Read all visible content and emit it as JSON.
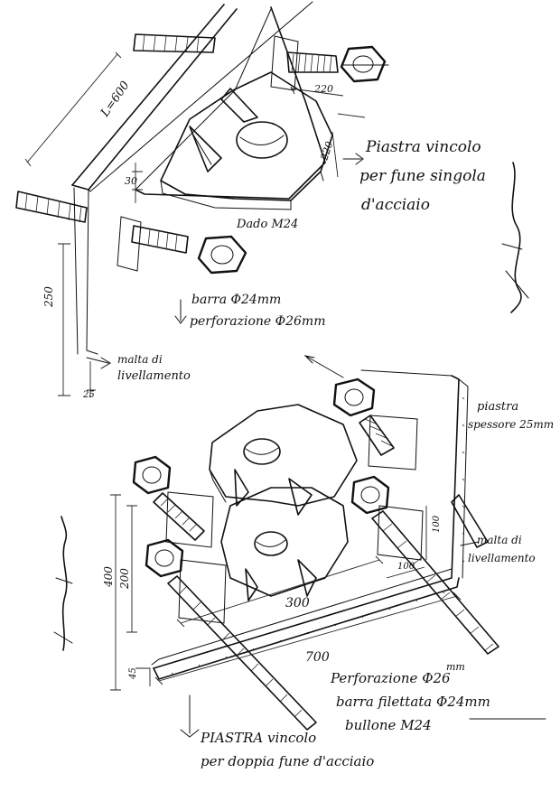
{
  "top_detail": {
    "plate_label_line1": "Piastra vincolo",
    "plate_label_line2": "per fune singola",
    "plate_label_line3": "d'acciaio",
    "nut_label": "Dado M24",
    "rod_label_line1": "barra Φ24mm",
    "rod_label_line2": "perforazione Φ26mm",
    "mortar_label_line1": "malta di",
    "mortar_label_line2": "livellamento",
    "dim_length": "L=600",
    "dim_220_a": "220",
    "dim_220_b": "220",
    "dim_30": "30",
    "dim_250": "250",
    "dim_25": "25"
  },
  "bottom_detail": {
    "thickness_label_line1": "piastra",
    "thickness_label_line2": "spessore 25mm",
    "mortar_label_line1": "malta di",
    "mortar_label_line2": "livellamento",
    "drill_label_line1": "Perforazione Φ26",
    "drill_label_unit": "mm",
    "rod_label": "barra filettata Φ24mm",
    "bolt_label": "bullone M24",
    "plate_label_line1": "PIASTRA vincolo",
    "plate_label_line2": "per doppia fune d'acciaio",
    "dim_400": "400",
    "dim_200": "200",
    "dim_100_a": "100",
    "dim_100_b": "100",
    "dim_300": "300",
    "dim_700": "700",
    "dim_45": "45"
  },
  "signatures": [
    "signature-top-right",
    "signature-left"
  ]
}
